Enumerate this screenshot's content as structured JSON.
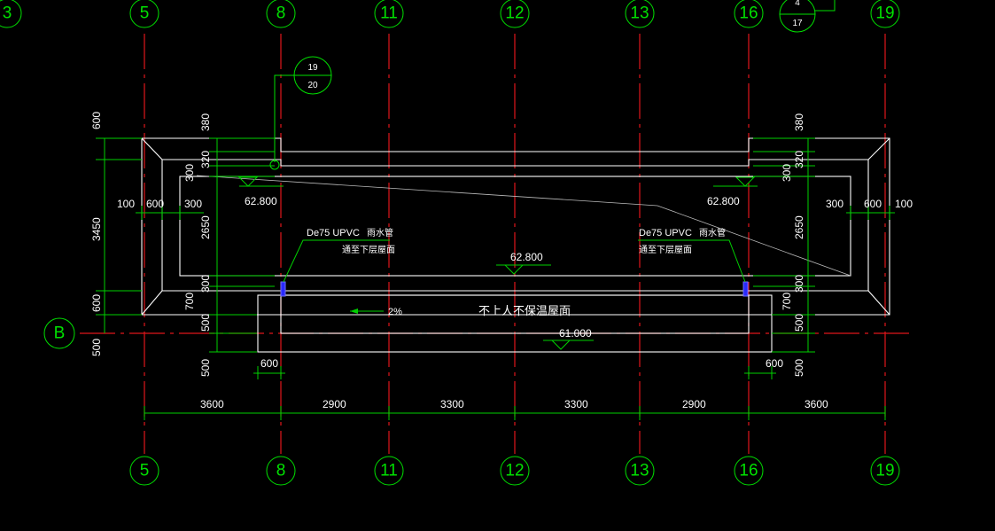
{
  "drawing": {
    "grid_bubbles_top": [
      "3",
      "5",
      "8",
      "11",
      "12",
      "13",
      "16",
      "19"
    ],
    "grid_bubbles_bottom": [
      "5",
      "8",
      "11",
      "12",
      "13",
      "16",
      "19"
    ],
    "row_bubble": "B",
    "detail_ref_top": {
      "num": "4",
      "den": "17"
    },
    "detail_ref_left": {
      "num": "19",
      "den": "20"
    },
    "elevations": {
      "left": "62.800",
      "right": "62.800",
      "center": "62.800",
      "lower_roof": "61.000"
    },
    "pipe_left": {
      "spec": "De75 UPVC",
      "name": "雨水管",
      "note": "通至下层屋面"
    },
    "pipe_right": {
      "spec": "De75 UPVC",
      "name": "雨水管",
      "note": "通至下层屋面"
    },
    "roof_label": "不上人不保温屋面",
    "slope_label": "2%",
    "bottom_spans": [
      "3600",
      "2900",
      "3300",
      "3300",
      "2900",
      "3600"
    ],
    "left_vertical_dims": {
      "outer": [
        "600",
        "3450",
        "600"
      ],
      "inner": [
        "380",
        "320",
        "300",
        "2650",
        "300",
        "700",
        "500",
        "500"
      ],
      "below_row": "500"
    },
    "right_vertical_dims": [
      "380",
      "320",
      "300",
      "2650",
      "300",
      "700",
      "500",
      "500"
    ],
    "left_horizontal_dims": [
      "100",
      "600",
      "300"
    ],
    "right_horizontal_dims": [
      "300",
      "600",
      "100"
    ],
    "lower_roof_dims": {
      "left": "600",
      "right": "600"
    }
  }
}
